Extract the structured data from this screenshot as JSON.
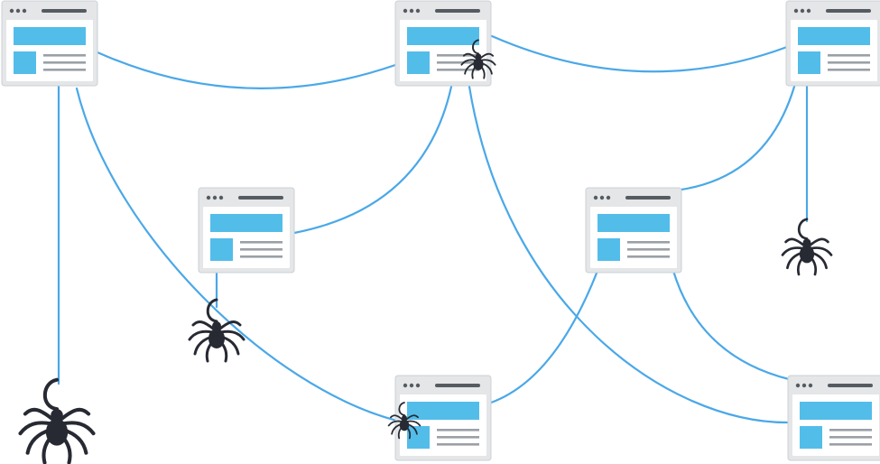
{
  "colors": {
    "background": "#ffffff",
    "web_line": "#4aa8e8",
    "window_frame": "#e4e6e8",
    "window_border": "#cdd1d4",
    "window_body": "#ffffff",
    "accent_block": "#53bdea",
    "text_line": "#9aa0a6",
    "dots": "#555b61",
    "spider": "#272a33"
  },
  "nodes": [
    {
      "id": "page-top-left",
      "icon": "webpage-icon"
    },
    {
      "id": "page-top-center",
      "icon": "webpage-icon"
    },
    {
      "id": "page-top-right",
      "icon": "webpage-icon"
    },
    {
      "id": "page-mid-left",
      "icon": "webpage-icon"
    },
    {
      "id": "page-mid-right",
      "icon": "webpage-icon"
    },
    {
      "id": "page-bottom-center",
      "icon": "webpage-icon"
    },
    {
      "id": "page-bottom-right",
      "icon": "webpage-icon"
    }
  ],
  "spiders": [
    {
      "id": "spider-large-hanging",
      "icon": "spider-icon"
    },
    {
      "id": "spider-on-link",
      "icon": "spider-icon"
    },
    {
      "id": "spider-top-center",
      "icon": "spider-icon"
    },
    {
      "id": "spider-right-hanging",
      "icon": "spider-icon"
    },
    {
      "id": "spider-bottom-center",
      "icon": "spider-icon"
    }
  ]
}
